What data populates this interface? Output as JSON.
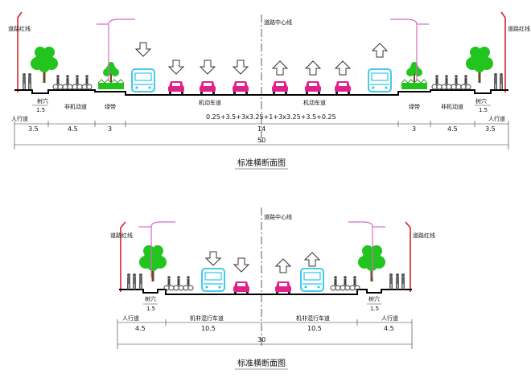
{
  "top": {
    "title": "标准横断面图",
    "formula": "0.25+3.5+3x3.25+1+3x3.25+3.5+0.25",
    "labels": {
      "red_line": "道路红线",
      "center_line": "道路中心线",
      "tree_pit": "树穴",
      "sidewalk": "人行道",
      "non_motor": "非机动道",
      "green_belt": "绿带",
      "motor_lane": "机动车道"
    },
    "dims": {
      "tree_pit": "1.5",
      "sidewalk": "3.5",
      "non_motor": "4.5",
      "green_belt": "3",
      "motor": "14",
      "total": "50"
    }
  },
  "bottom": {
    "title": "标准横断面图",
    "labels": {
      "red_line": "道路红线",
      "center_line": "道路中心线",
      "tree_pit": "树穴",
      "sidewalk": "人行道",
      "mixed_lane": "机非混行车道"
    },
    "dims": {
      "tree_pit": "1.5",
      "sidewalk": "4.5",
      "mixed": "10.5",
      "total": "30"
    }
  },
  "colors": {
    "red_line": "#d4262a",
    "tree": "#22c41e",
    "trunk": "#6b4a1e",
    "bus": "#2ec4e8",
    "car": "#e0218a",
    "lamp": "#d46ac8",
    "pedestrian": "#555555",
    "road": "#000000"
  }
}
